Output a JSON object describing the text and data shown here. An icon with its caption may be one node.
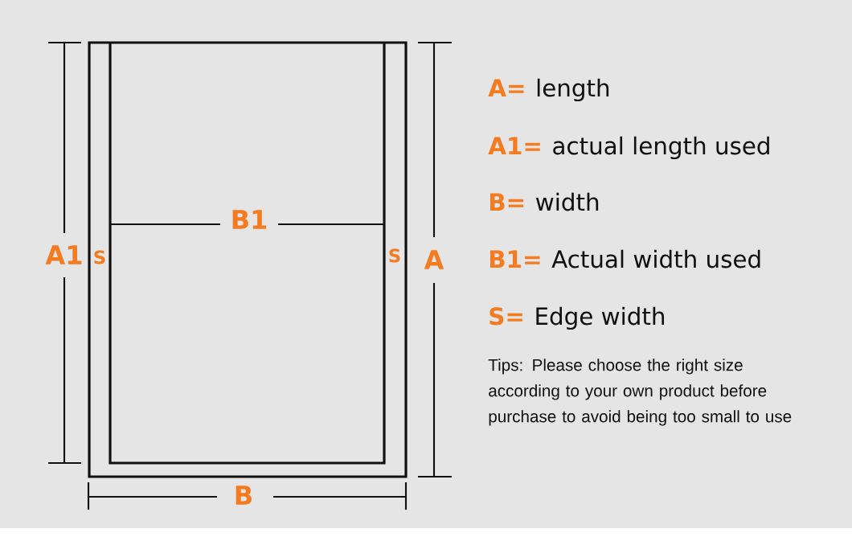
{
  "diagram": {
    "labels": [
      "A1",
      "S",
      "B1",
      "S",
      "A",
      "B",
      "A=",
      "length",
      "A1=",
      "actual length used",
      "B=",
      "width",
      "B1=",
      "Actual width used",
      "S=",
      "Edge width",
      "Tips: Please choose the right size according to your own product before purchase to avoid being too small to use"
    ]
  }
}
